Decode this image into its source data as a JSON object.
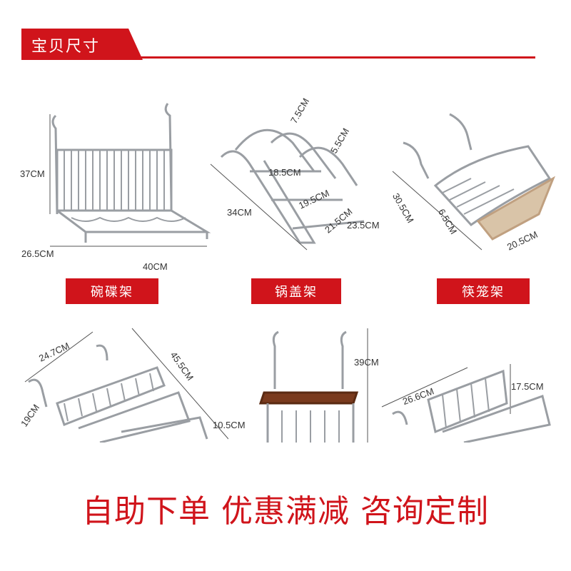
{
  "header": {
    "title": "宝贝尺寸"
  },
  "colors": {
    "accent": "#d0141b",
    "metal": "#9a9ea3",
    "wood": "#a0522d"
  },
  "products": [
    {
      "label": "碗碟架",
      "dims": [
        "37CM",
        "26.5CM",
        "40CM"
      ]
    },
    {
      "label": "锅盖架",
      "dims": [
        "7.5CM",
        "5.5CM",
        "18.5CM",
        "19.5CM",
        "21.5CM",
        "34CM",
        "23.5CM"
      ]
    },
    {
      "label": "筷笼架",
      "dims": [
        "30.5CM",
        "6.5CM",
        "20.5CM"
      ]
    },
    {
      "label": "",
      "dims": [
        "24.7CM",
        "45.5CM",
        "19CM",
        "10.5CM"
      ]
    },
    {
      "label": "",
      "dims": [
        "39CM"
      ]
    },
    {
      "label": "",
      "dims": [
        "26.6CM",
        "17.5CM"
      ]
    }
  ],
  "slogan": "自助下单 优惠满减 咨询定制"
}
